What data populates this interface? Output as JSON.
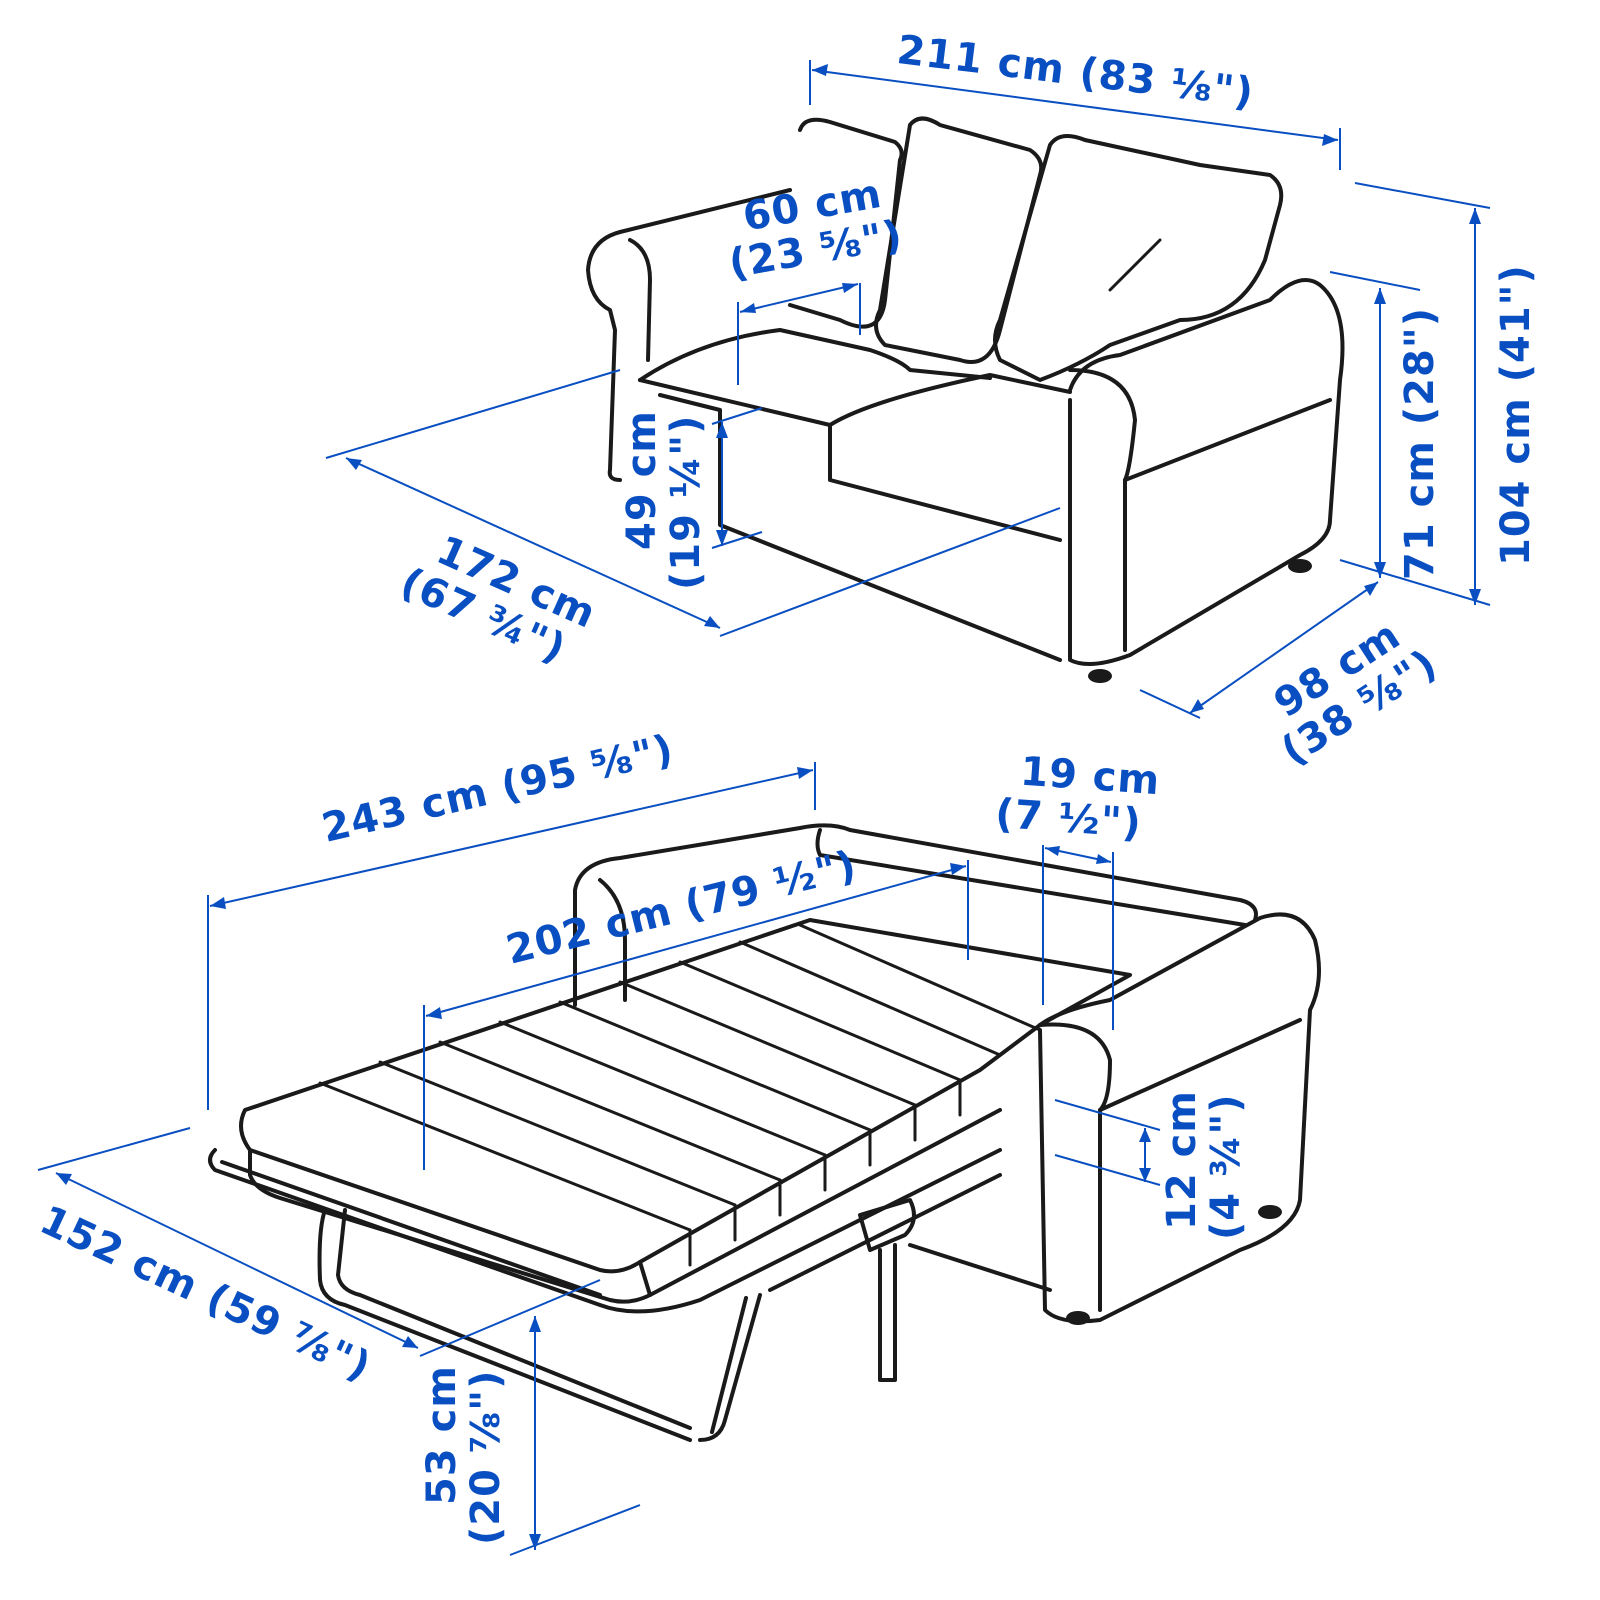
{
  "figure": {
    "title": "Sofa-bed dimension diagram",
    "accent_color": "#0a4fc2",
    "line_color": "#1a1a1a"
  },
  "sofa": {
    "width": {
      "line1": "211 cm (83 ⅛\")"
    },
    "seat_depth": {
      "line1": "60 cm",
      "line2": "(23 ⅝\")"
    },
    "seat_height": {
      "line1": "49 cm",
      "line2": "(19 ¼\")"
    },
    "armrest_inner_width": {
      "line1": "172 cm",
      "line2": "(67 ¾\")"
    },
    "armrest_height": {
      "line1": "71 cm (28\")"
    },
    "total_height": {
      "line1": "104 cm (41\")"
    },
    "depth": {
      "line1": "98 cm",
      "line2": "(38 ⅝\")"
    }
  },
  "bed": {
    "total_length": {
      "line1": "243 cm (95 ⅝\")"
    },
    "mattress_length": {
      "line1": "202 cm (79 ½\")"
    },
    "backrest_offset": {
      "line1": "19 cm",
      "line2": "(7 ½\")"
    },
    "mattress_thickness": {
      "line1": "12 cm",
      "line2": "(4 ¾\")"
    },
    "bed_width": {
      "line1": "152 cm (59 ⅞\")"
    },
    "bed_height": {
      "line1": "53 cm",
      "line2": "(20 ⅞\")"
    }
  }
}
